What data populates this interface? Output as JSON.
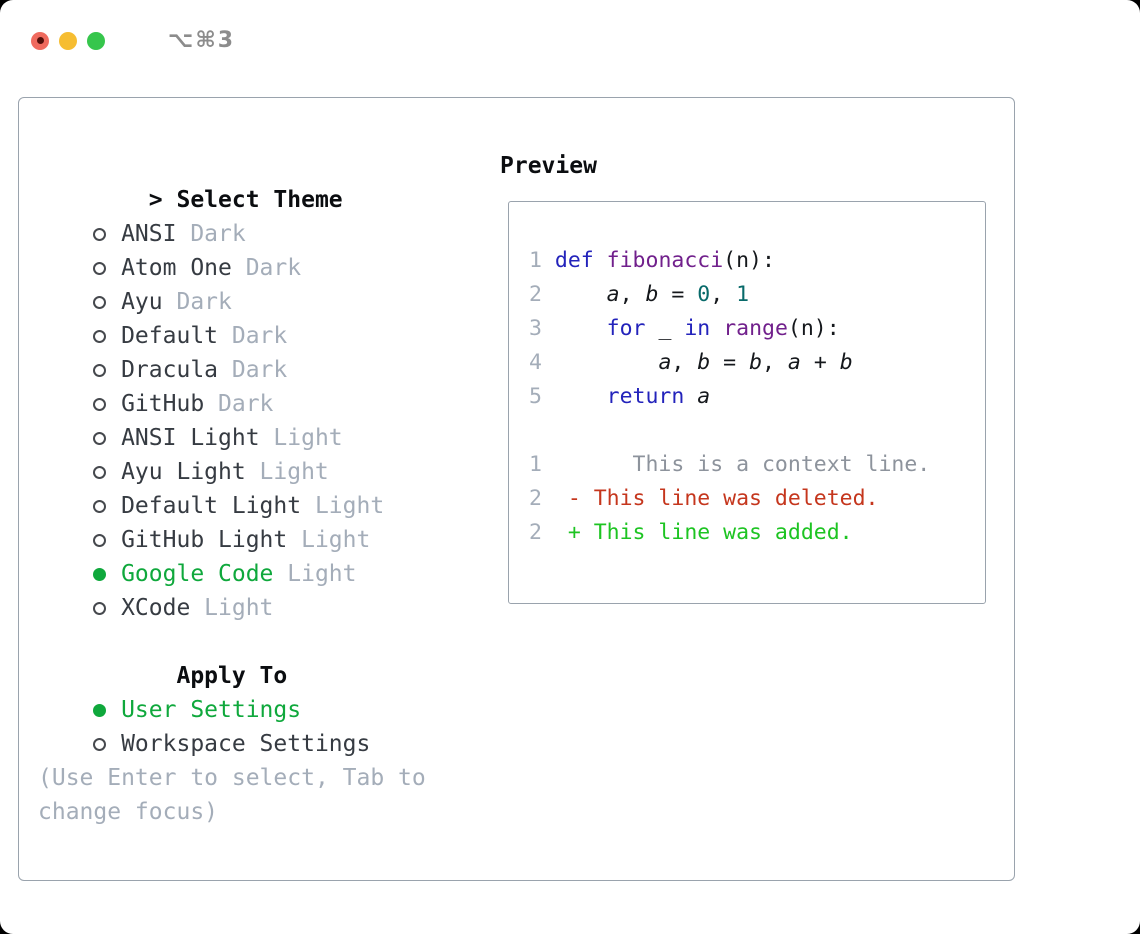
{
  "window": {
    "title": "⌥⌘3"
  },
  "colors": {
    "accent_green": "#0fa83c",
    "diff_add_green": "#1dc422",
    "diff_del_red": "#c5361d",
    "keyword_blue": "#2323bb",
    "function_purple": "#71208c",
    "literal_teal": "#086a6a",
    "plain_code": "#15181c",
    "muted_gray": "#a4adb9",
    "context_gray": "#8d939c",
    "text_dark": "#0b0d10",
    "label_dark": "#363b42",
    "border_gray": "#9aa3ad",
    "title_gray": "#8c8c8c",
    "traffic_red": "#ef6a5e",
    "traffic_red_dot": "#530f0a",
    "traffic_yellow": "#f6bd31",
    "traffic_green": "#36c64c"
  },
  "theme_list": {
    "prompt": ">",
    "header": "Select Theme",
    "items": [
      {
        "name": "ANSI",
        "variant": "Dark",
        "selected": false
      },
      {
        "name": "Atom One",
        "variant": "Dark",
        "selected": false
      },
      {
        "name": "Ayu",
        "variant": "Dark",
        "selected": false
      },
      {
        "name": "Default",
        "variant": "Dark",
        "selected": false
      },
      {
        "name": "Dracula",
        "variant": "Dark",
        "selected": false
      },
      {
        "name": "GitHub",
        "variant": "Dark",
        "selected": false
      },
      {
        "name": "ANSI Light",
        "variant": "Light",
        "selected": false
      },
      {
        "name": "Ayu Light",
        "variant": "Light",
        "selected": false
      },
      {
        "name": "Default Light",
        "variant": "Light",
        "selected": false
      },
      {
        "name": "GitHub Light",
        "variant": "Light",
        "selected": false
      },
      {
        "name": "Google Code",
        "variant": "Light",
        "selected": true
      },
      {
        "name": "XCode",
        "variant": "Light",
        "selected": false
      }
    ]
  },
  "apply_to": {
    "header": "Apply To",
    "options": [
      {
        "label": "User Settings",
        "selected": true
      },
      {
        "label": "Workspace Settings",
        "selected": false
      }
    ]
  },
  "help_text": [
    "(Use Enter to select, Tab to",
    "change focus)"
  ],
  "preview": {
    "title": "Preview",
    "lines": [
      {
        "num": "1",
        "segments": [
          [
            "kw",
            "def"
          ],
          [
            "pln",
            " "
          ],
          [
            "fn",
            "fibonacci"
          ],
          [
            "pln",
            "(n):"
          ]
        ]
      },
      {
        "num": "2",
        "segments": [
          [
            "pln",
            "    "
          ],
          [
            "var",
            "a"
          ],
          [
            "pln",
            ", "
          ],
          [
            "var",
            "b"
          ],
          [
            "pln",
            " = "
          ],
          [
            "lit",
            "0"
          ],
          [
            "pln",
            ", "
          ],
          [
            "lit",
            "1"
          ]
        ]
      },
      {
        "num": "3",
        "segments": [
          [
            "pln",
            "    "
          ],
          [
            "kw",
            "for"
          ],
          [
            "pln",
            " _ "
          ],
          [
            "kw",
            "in"
          ],
          [
            "pln",
            " "
          ],
          [
            "fn",
            "range"
          ],
          [
            "pln",
            "(n):"
          ]
        ]
      },
      {
        "num": "4",
        "segments": [
          [
            "pln",
            "        "
          ],
          [
            "var",
            "a"
          ],
          [
            "pln",
            ", "
          ],
          [
            "var",
            "b"
          ],
          [
            "pln",
            " = "
          ],
          [
            "var",
            "b"
          ],
          [
            "pln",
            ", "
          ],
          [
            "var",
            "a"
          ],
          [
            "pln",
            " + "
          ],
          [
            "var",
            "b"
          ]
        ]
      },
      {
        "num": "5",
        "segments": [
          [
            "pln",
            "    "
          ],
          [
            "kw",
            "return"
          ],
          [
            "pln",
            " "
          ],
          [
            "var",
            "a"
          ]
        ]
      },
      {
        "num": "",
        "segments": []
      },
      {
        "num": "1",
        "segments": [
          [
            "ctx",
            "      This is a context line."
          ]
        ]
      },
      {
        "num": "2",
        "segments": [
          [
            "del",
            " - This line was deleted."
          ]
        ]
      },
      {
        "num": "2",
        "segments": [
          [
            "add",
            " + This line was added."
          ]
        ]
      }
    ]
  }
}
